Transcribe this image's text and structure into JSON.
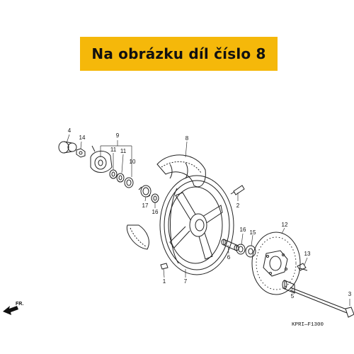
{
  "banner": {
    "text": "Na obrázku díl číslo 8",
    "color": "#f5b80a"
  },
  "diagram": {
    "code": "KPRI—F1300",
    "direction_label": "FR.",
    "callouts": [
      {
        "label": "4"
      },
      {
        "label": "14"
      },
      {
        "label": "9"
      },
      {
        "label": "11"
      },
      {
        "label": "11"
      },
      {
        "label": "10"
      },
      {
        "label": "8"
      },
      {
        "label": "17"
      },
      {
        "label": "16"
      },
      {
        "label": "2"
      },
      {
        "label": "16"
      },
      {
        "label": "15"
      },
      {
        "label": "12"
      },
      {
        "label": "6"
      },
      {
        "label": "13"
      },
      {
        "label": "5"
      },
      {
        "label": "1"
      },
      {
        "label": "7"
      },
      {
        "label": "3"
      }
    ]
  }
}
